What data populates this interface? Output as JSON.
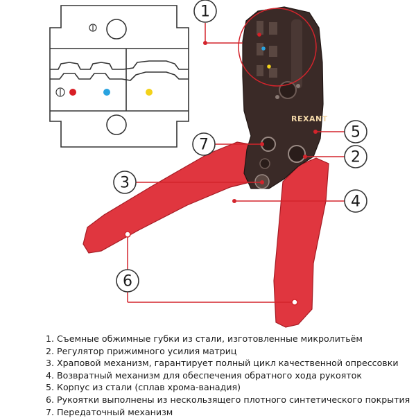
{
  "brand": "REXANT",
  "callouts": {
    "c1": "1",
    "c2": "2",
    "c3": "3",
    "c4": "4",
    "c5": "5",
    "c6": "6",
    "c7": "7"
  },
  "colors": {
    "accent_red": "#d3242c",
    "handle_red": "#e0363f",
    "body_dark": "#3a2a27",
    "dot_red": "#d81f26",
    "dot_blue": "#29a3e0",
    "dot_yellow": "#f3d21a"
  },
  "legend": [
    "1. Съемные обжимные губки из стали, изготовленные микролитьём",
    "2. Регулятор прижимного усилия матриц",
    "3. Храповой механизм, гарантирует полный цикл качественной опрессовки",
    "4. Возвратный механизм для обеспечения обратного хода рукояток",
    "5. Корпус из стали (сплав хрома-ванадия)",
    "6. Рукоятки выполнены из нескользящего плотного синтетического покрытия",
    "7. Передаточный механизм"
  ]
}
